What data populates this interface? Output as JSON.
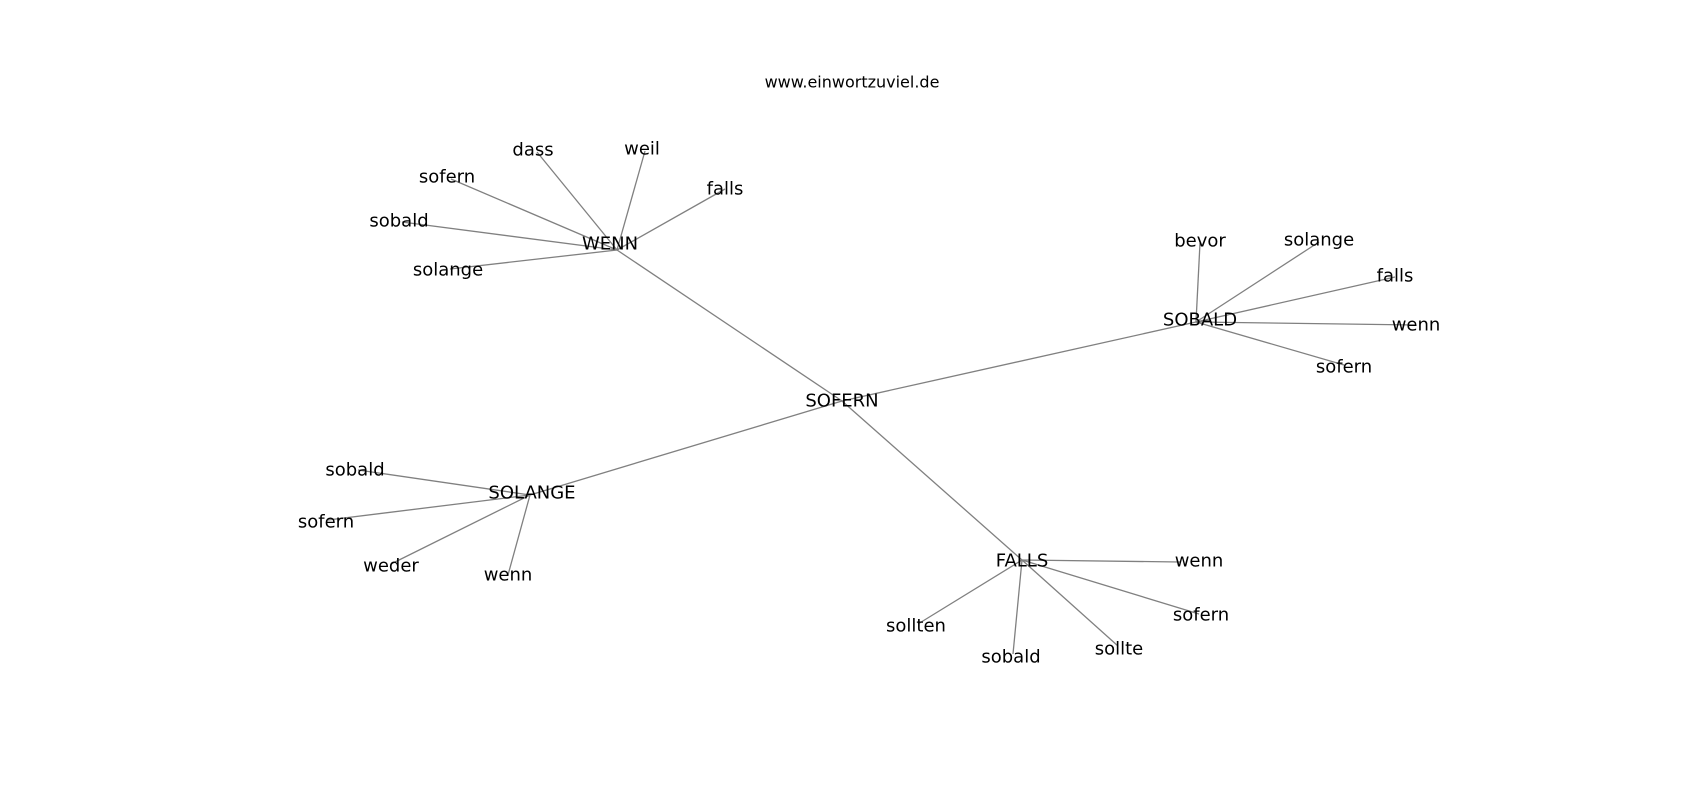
{
  "site": "www.einwortzuviel.de",
  "center": "SOFERN",
  "clusters": [
    {
      "label": "WENN",
      "children": [
        "dass",
        "weil",
        "falls",
        "sofern",
        "sobald",
        "solange"
      ]
    },
    {
      "label": "SOBALD",
      "children": [
        "bevor",
        "solange",
        "falls",
        "wenn",
        "sofern"
      ]
    },
    {
      "label": "SOLANGE",
      "children": [
        "sobald",
        "sofern",
        "weder",
        "wenn"
      ]
    },
    {
      "label": "FALLS",
      "children": [
        "wenn",
        "sofern",
        "sollte",
        "sobald",
        "sollten"
      ]
    }
  ]
}
